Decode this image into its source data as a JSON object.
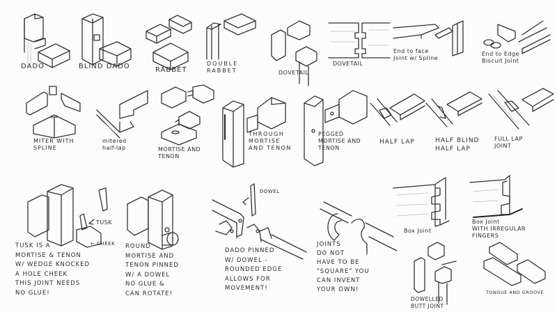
{
  "sheet": {
    "title": "Woodworking joints sketch sheet",
    "ink_color": "#2b2b2b",
    "paper_color": "#fcfcfc"
  },
  "joints": {
    "dado": {
      "label": "DADO"
    },
    "blind_dado": {
      "label": "BLIND DADO"
    },
    "rabbet": {
      "label": "RABBET"
    },
    "double_rabbet": {
      "label": "DOUBLE\nRABBET"
    },
    "dovetail_iso": {
      "label": "DOVETAIL"
    },
    "dovetail_flat": {
      "label": "DOVETAIL"
    },
    "end_to_face_spline": {
      "label": "End to face\nJoint w/ Spline"
    },
    "end_to_edge_biscuit": {
      "label": "End to Edge\nBiscuit Joint"
    },
    "miter_spline": {
      "label": "MITER WITH\nSPLINE"
    },
    "mitered_halflap": {
      "label": "mitered\nhalf-lap"
    },
    "mortise_tenon": {
      "label": "MORTISE AND\nTENON"
    },
    "through_mortise": {
      "label": "THROUGH\nMORTISE\nAND TENON"
    },
    "pegged_mortise": {
      "label": "PEGGED\nMORTISE AND\nTENON"
    },
    "half_lap": {
      "label": "HALF LAP"
    },
    "half_blind_half_lap": {
      "label": "HALF BLIND\nHALF LAP"
    },
    "full_lap": {
      "label": "FULL LAP\nJOINT"
    },
    "tusk": {
      "callout_tusk": "TUSK",
      "callout_cheek": "← CHEEK",
      "note": "TUSK IS A\nMORTISE & TENON\nW/ WEDGE KNOCKED\nA HOLE CHEEK\nTHIS JOINT NEEDS\nNO GLUE!"
    },
    "round_mortise": {
      "note": "ROUND\nMORTISE AND\nTENON PINNED\nW/ A DOWEL\nNO GLUE &\nCAN ROTATE!"
    },
    "dado_pinned": {
      "callout_dowel": "DOWEL",
      "note": "DADO PINNED\nW/ DOWEL -\nROUNDED EDGE\nALLOWS FOR\nMOVEMENT!"
    },
    "custom_joint": {
      "note": "JOINTS\nDO NOT\nHAVE TO BE\n\"SQUARE\" YOU\nCAN INVENT\nYOUR OWN!"
    },
    "box_joint": {
      "label": "Box Joint"
    },
    "box_joint_irregular": {
      "label": "Box Joint\nWITH IRREGULAR\nFINGERS"
    },
    "dowelled_butt": {
      "label": "DOWELLED\nBUTT JOINT"
    },
    "tongue_groove": {
      "label": "TONGUE AND GROOVE"
    }
  }
}
